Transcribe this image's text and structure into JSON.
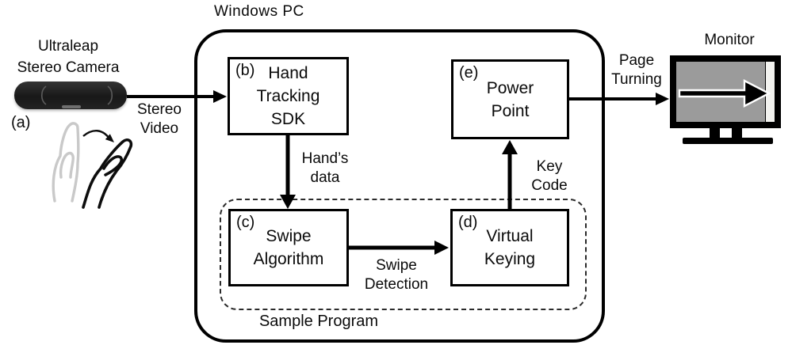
{
  "title": "Windows PC",
  "camera": {
    "label": "Ultraleap\nStereo Camera",
    "tag": "(a)"
  },
  "monitor": {
    "label": "Monitor"
  },
  "sample_program": {
    "label": "Sample Program"
  },
  "boxes": [
    {
      "tag": "(b)",
      "name": "Hand\nTracking\nSDK"
    },
    {
      "tag": "(c)",
      "name": "Swipe\nAlgorithm"
    },
    {
      "tag": "(d)",
      "name": "Virtual\nKeying"
    },
    {
      "tag": "(e)",
      "name": "Power\nPoint"
    }
  ],
  "arrows": {
    "stereo_video": "Stereo\nVideo",
    "hands_data": "Hand’s\ndata",
    "swipe_detection": "Swipe\nDetection",
    "key_code": "Key\nCode",
    "page_turning": "Page\nTurning"
  },
  "colors": {
    "line": "#000000",
    "screen_gray": "#9b9b9b",
    "monitor_strip": "#f2f2ef",
    "hand_gray": "#c9c9c9",
    "background": "#ffffff"
  }
}
